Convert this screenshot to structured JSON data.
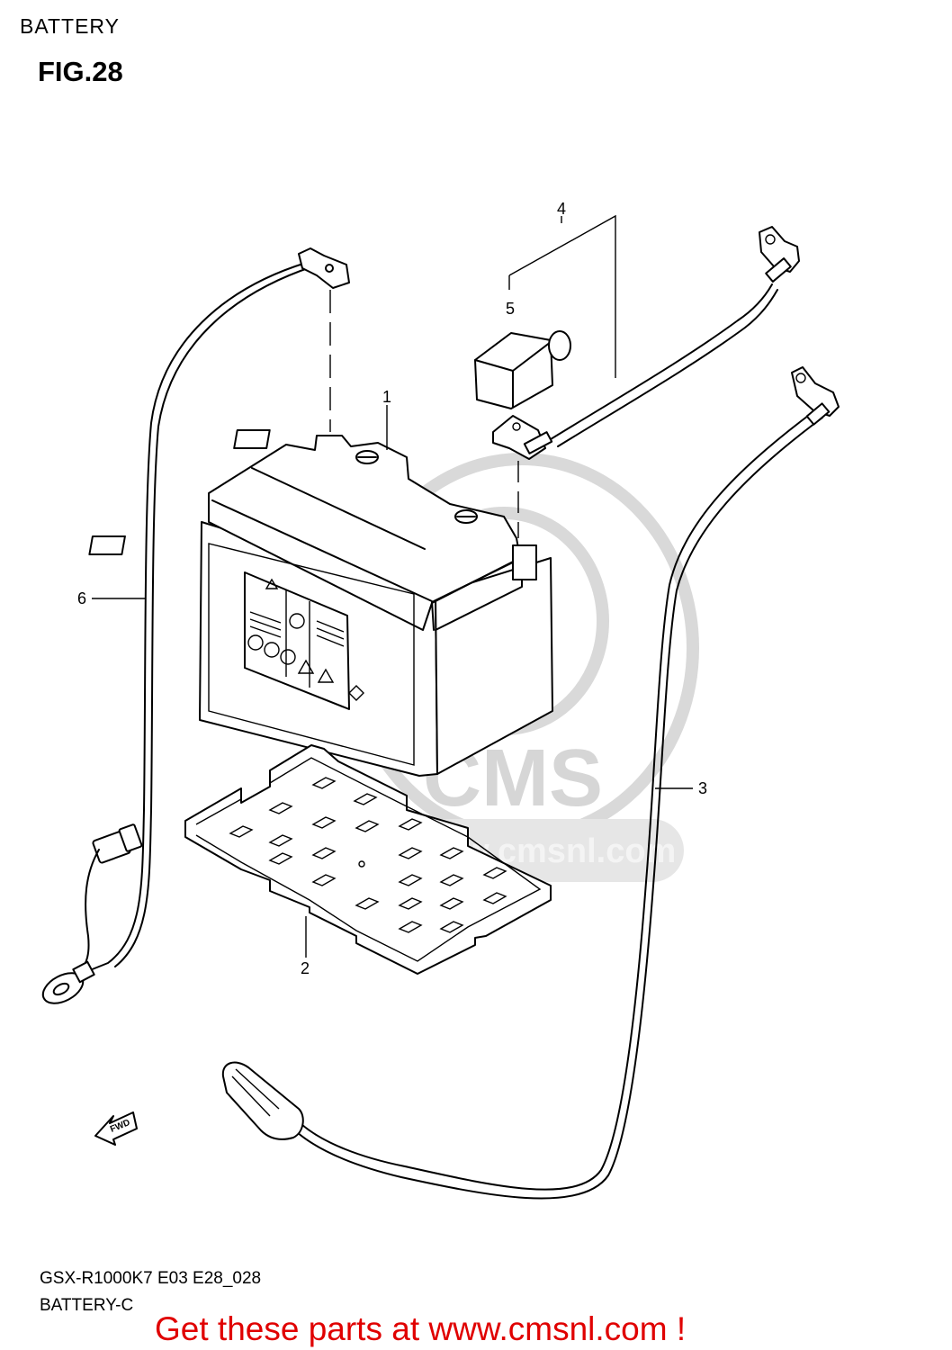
{
  "header": {
    "section": "BATTERY",
    "figure": "FIG.28"
  },
  "callouts": [
    "1",
    "2",
    "3",
    "4",
    "5",
    "6"
  ],
  "fwd_label": "FWD",
  "watermark": {
    "main": "CMS",
    "url": "www.cmsnl.com"
  },
  "footer": {
    "model_code": "GSX-R1000K7 E03 E28_028",
    "diagram_name": "BATTERY-C"
  },
  "promo_text": "Get these parts at www.cmsnl.com !",
  "colors": {
    "promo": "#e00000",
    "watermark": "#d6d6d6",
    "line": "#000000"
  }
}
